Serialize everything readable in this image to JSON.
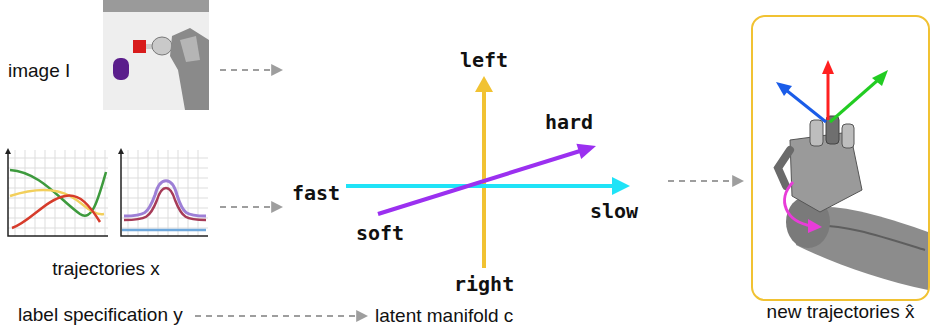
{
  "diagram": {
    "nodes": [
      {
        "text": [
          "image I"
        ]
      },
      {
        "text": [
          "trajectories x"
        ]
      },
      {
        "text": [
          "label specification y"
        ]
      },
      {
        "text": [
          "latent manifold c"
        ]
      },
      {
        "text": [
          "new trajectories x̂"
        ]
      }
    ],
    "edges": [
      {
        "from": 0,
        "to": 3,
        "arrow": "to"
      },
      {
        "from": 1,
        "to": 3,
        "arrow": "to"
      },
      {
        "from": 2,
        "to": 3,
        "arrow": "to"
      },
      {
        "from": 3,
        "to": 4,
        "arrow": "to"
      }
    ],
    "labels": [
      "left",
      "right",
      "fast",
      "slow",
      "hard",
      "soft"
    ]
  }
}
